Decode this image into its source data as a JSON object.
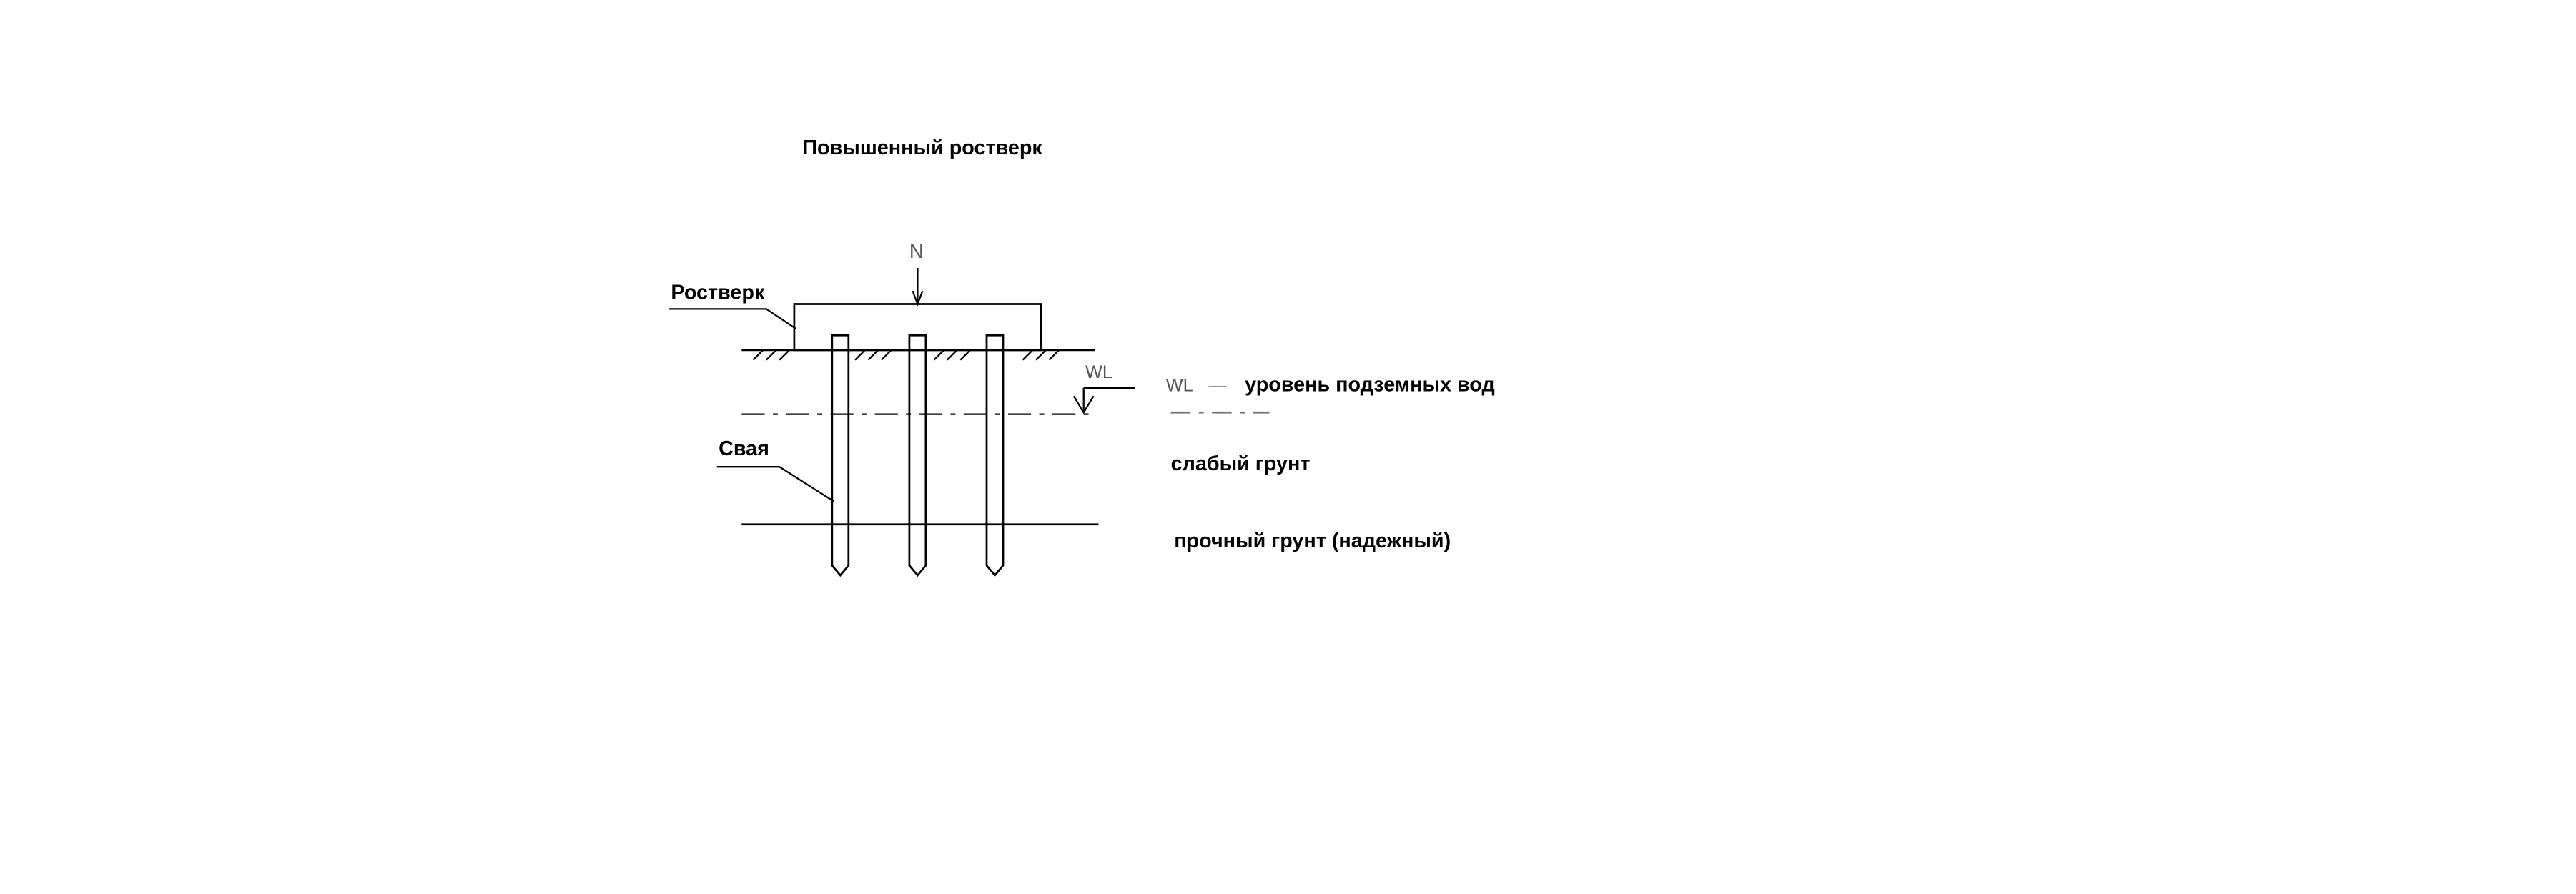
{
  "title": "Повышенный ростверк",
  "load_symbol": "N",
  "labels": {
    "grillage": "Ростверк",
    "pile": "Свая",
    "water_mark": "WL",
    "legend_wl_symbol": "WL",
    "legend_dash": "—",
    "water_level": "уровень подземных вод",
    "weak_soil": "слабый грунт",
    "strong_soil": "прочный грунт (надежный)"
  },
  "piles": 3
}
